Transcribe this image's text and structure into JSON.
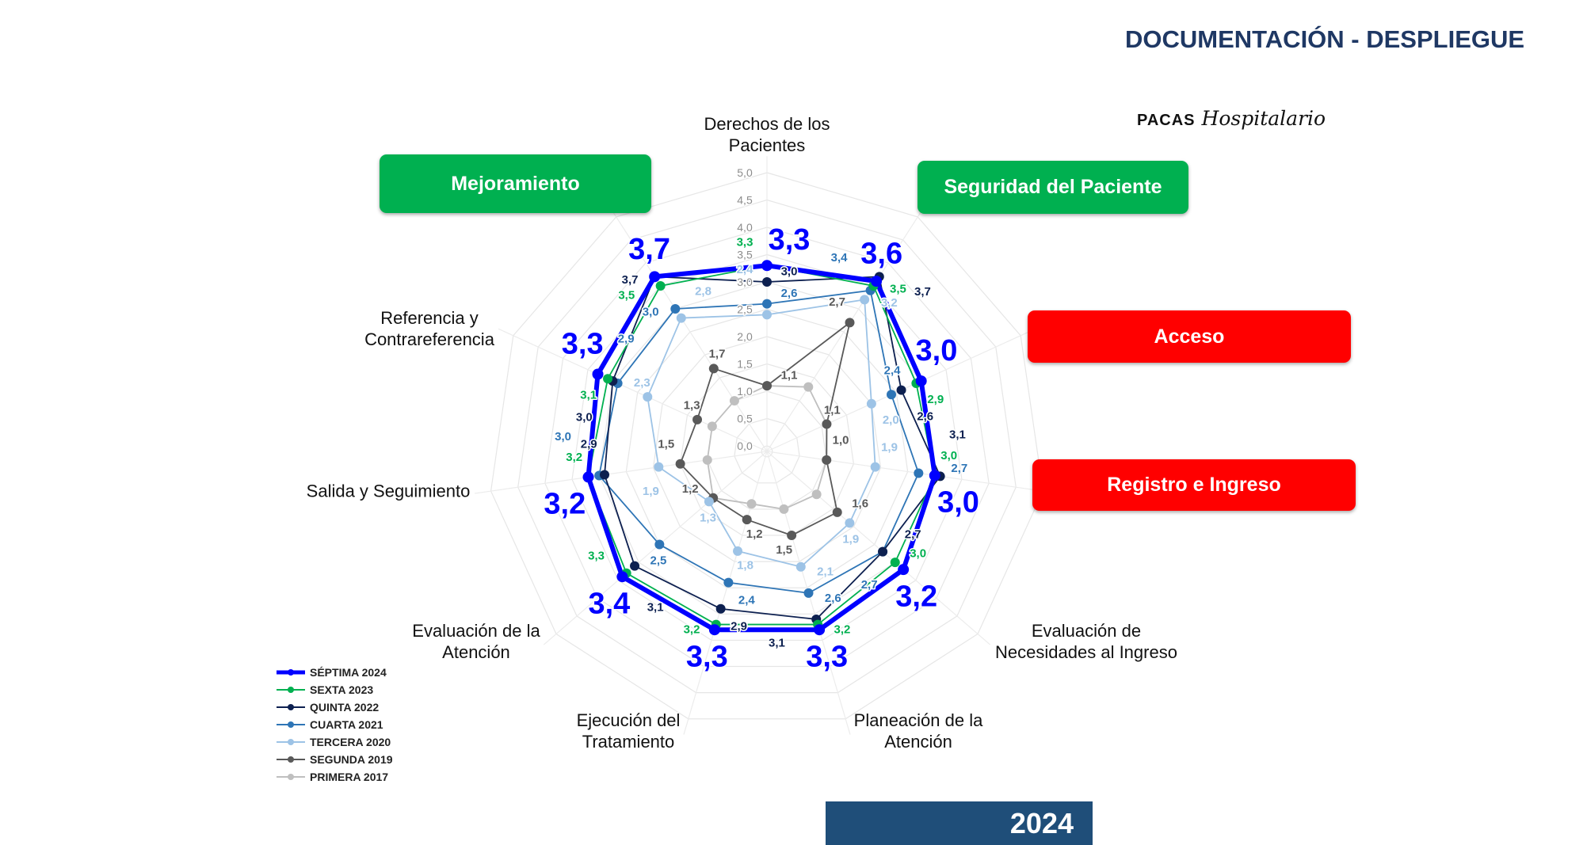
{
  "header": {
    "title": "DOCUMENTACIÓN - DESPLIEGUE",
    "brand_bold": "PACAS",
    "brand_script": "Hospitalario"
  },
  "boxes": {
    "mejoramiento": "Mejoramiento",
    "seguridad": "Seguridad del Paciente",
    "acceso": "Acceso",
    "registro": "Registro e Ingreso"
  },
  "footer": {
    "year": "2024"
  },
  "colors": {
    "green_box": "#00b050",
    "red_box": "#ff0000",
    "year_box": "#1f4e79",
    "title": "#1f3864"
  },
  "chart_data": {
    "type": "radar",
    "axes": [
      "Derechos de los Pacientes",
      "Seguridad del Paciente",
      "Acceso",
      "Registro e Ingreso",
      "Evaluación de Necesidades al Ingreso",
      "Planeación de la Atención",
      "Ejecución del Tratamiento",
      "Evaluación de la Atención",
      "Salida y Seguimiento",
      "Referencia y Contrareferencia",
      "Mejoramiento"
    ],
    "axis_text": {
      "derechos_1": "Derechos de los",
      "derechos_2": "Pacientes",
      "referencia_1": "Referencia y",
      "referencia_2": "Contrareferencia",
      "salida": "Salida y Seguimiento",
      "evalatencion_1": "Evaluación de la",
      "evalatencion_2": "Atención",
      "ejecucion_1": "Ejecución del",
      "ejecucion_2": "Tratamiento",
      "planeacion_1": "Planeación de la",
      "planeacion_2": "Atención",
      "evalnec_1": "Evaluación de",
      "evalnec_2": "Necesidades al Ingreso"
    },
    "rlim": [
      0,
      5
    ],
    "ticks": [
      "0,0",
      "0,5",
      "1,0",
      "1,5",
      "2,0",
      "2,5",
      "3,0",
      "3,5",
      "4,0",
      "4,5",
      "5,0"
    ],
    "series": [
      {
        "name": "PRIMERA 2017",
        "color": "#bfbfbf",
        "values": [
          1.1,
          1.3,
          1.1,
          1.0,
          1.1,
          1.0,
          0.9,
          1.2,
          1.0,
          1.0,
          1.0
        ],
        "labels": false
      },
      {
        "name": "SEGUNDA 2019",
        "color": "#595959",
        "values": [
          1.1,
          2.7,
          1.1,
          1.0,
          1.6,
          1.5,
          1.2,
          1.2,
          1.5,
          1.3,
          1.7
        ],
        "labels": true
      },
      {
        "name": "TERCERA 2020",
        "color": "#9dc3e6",
        "values": [
          2.4,
          3.2,
          2.0,
          1.9,
          1.9,
          2.1,
          1.8,
          1.3,
          1.9,
          2.3,
          2.8
        ],
        "labels": true
      },
      {
        "name": "CUARTA 2021",
        "color": "#2e75b6",
        "values": [
          2.6,
          3.4,
          2.4,
          2.7,
          2.7,
          2.6,
          2.4,
          2.5,
          3.0,
          2.9,
          3.0
        ],
        "labels": true
      },
      {
        "name": "QUINTA 2022",
        "color": "#0d2050",
        "values": [
          3.0,
          3.7,
          2.6,
          3.1,
          2.7,
          3.1,
          2.9,
          3.1,
          2.9,
          3.0,
          3.7
        ],
        "labels": true
      },
      {
        "name": "SEXTA 2023",
        "color": "#00b050",
        "values": [
          3.3,
          3.5,
          2.9,
          3.0,
          3.0,
          3.2,
          3.2,
          3.3,
          3.2,
          3.1,
          3.5
        ],
        "labels": true
      },
      {
        "name": "SÉPTIMA 2024",
        "color": "#0000ff",
        "values": [
          3.3,
          3.6,
          3.0,
          3.0,
          3.2,
          3.3,
          3.3,
          3.4,
          3.2,
          3.3,
          3.7
        ],
        "labels": true,
        "highlight": true
      }
    ],
    "legend_position": "bottom-left"
  }
}
